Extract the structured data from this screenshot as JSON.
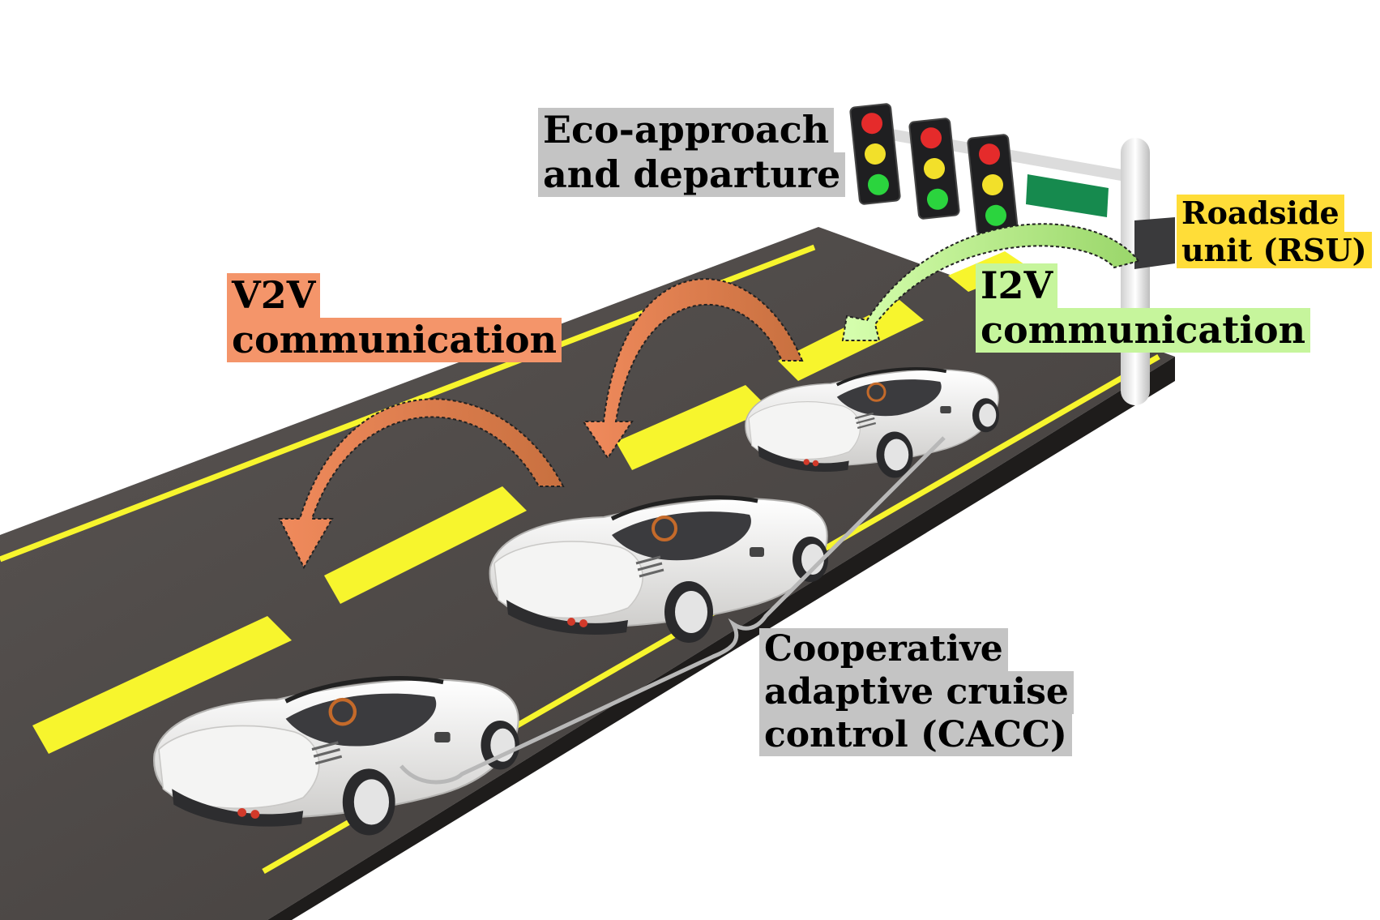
{
  "labels": {
    "eco": [
      "Eco-approach",
      "and departure"
    ],
    "v2v": [
      "V2V",
      "communication"
    ],
    "i2v": [
      "I2V",
      "communication"
    ],
    "rsu": [
      "Roadside",
      "unit (RSU)"
    ],
    "cacc": [
      "Cooperative",
      "adaptive cruise",
      "control (CACC)"
    ]
  },
  "colors": {
    "road": "#4a4644",
    "road_side": "#222020",
    "lane_marking": "#f7f52d",
    "v2v_arrow": "#d87a50",
    "i2v_arrow": "#b9f08a",
    "car": "#ecebea",
    "pole": "#e6e6e6",
    "sign": "#168a4e",
    "rsu_box": "#3a3a3c",
    "light_red": "#e52b2b",
    "light_yellow": "#f2e02a",
    "light_green": "#2bd43e"
  },
  "icons": [
    "traffic-light-icon",
    "car-icon",
    "roadside-unit-icon"
  ]
}
